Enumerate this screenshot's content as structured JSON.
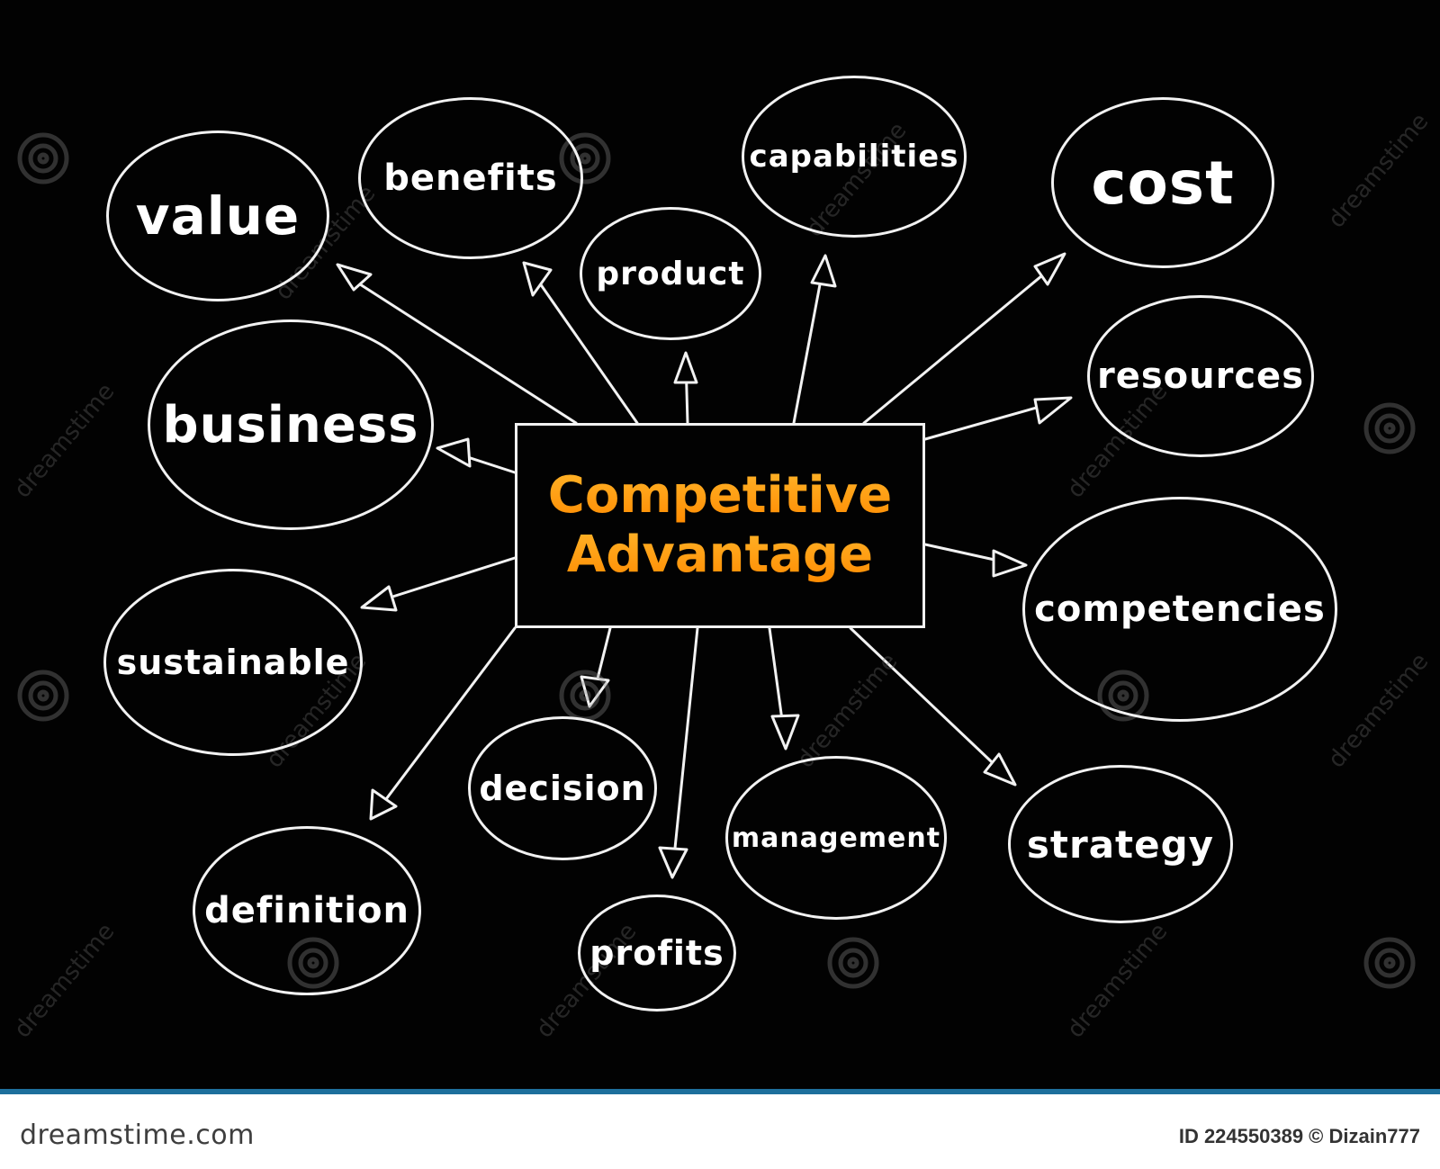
{
  "center": {
    "line1": "Competitive",
    "line2": "Advantage"
  },
  "nodes": {
    "value": "value",
    "benefits": "benefits",
    "capabilities": "capabilities",
    "cost": "cost",
    "product": "product",
    "resources": "resources",
    "business": "business",
    "competencies": "competencies",
    "sustainable": "sustainable",
    "decision": "decision",
    "management": "management",
    "strategy": "strategy",
    "definition": "definition",
    "profits": "profits"
  },
  "watermark": {
    "text": "dreamstime"
  },
  "footer": {
    "brand": "dreamstime.com",
    "credit": "ID 224550389 © Dizain777"
  },
  "colors": {
    "background": "#020202",
    "stroke": "#f2f2f2",
    "accent": "#ff9900",
    "footer_bar": "#1d6f9c"
  }
}
